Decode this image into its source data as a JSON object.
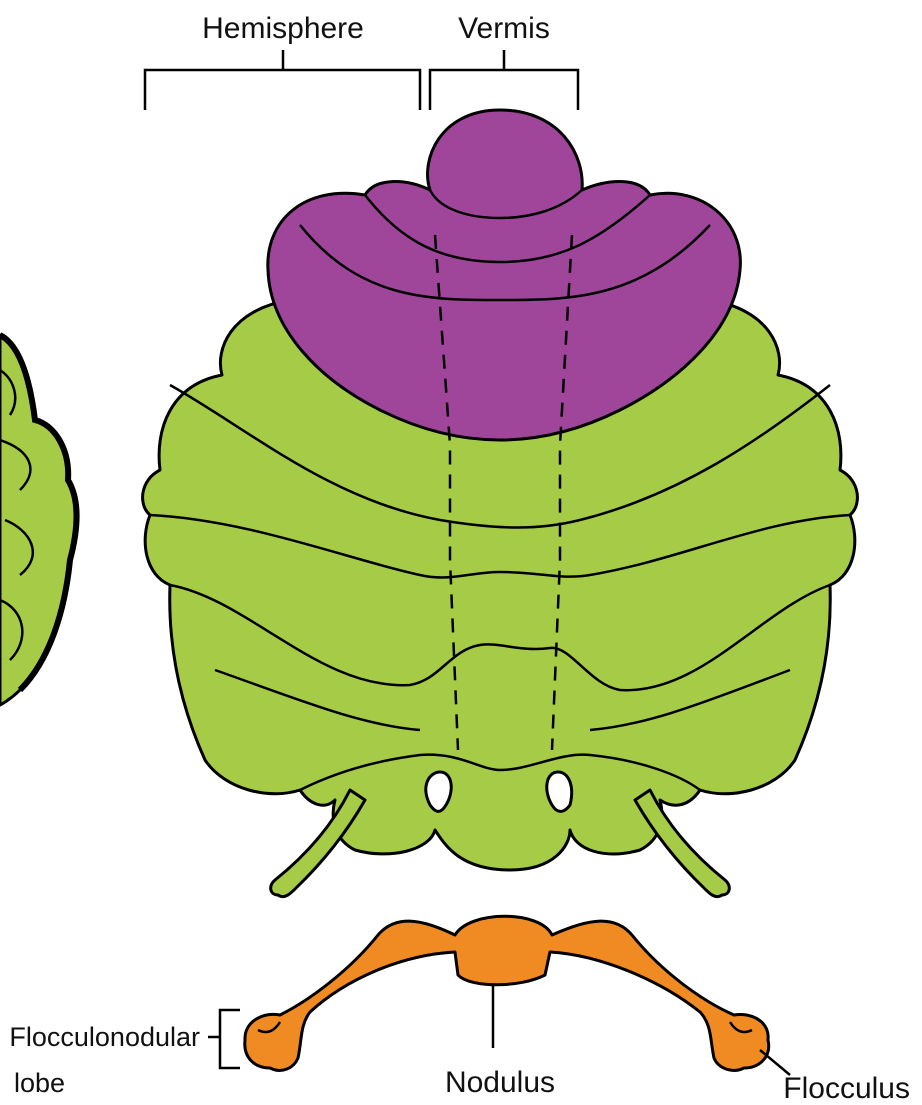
{
  "labels": {
    "hemisphere": "Hemisphere",
    "vermis": "Vermis",
    "flocculonodular_line1": "Flocculonodular",
    "flocculonodular_line2": "lobe",
    "nodulus": "Nodulus",
    "flocculus": "Flocculus"
  },
  "colors": {
    "anterior_lobe": "#a0469a",
    "posterior_lobe": "#a6cc47",
    "flocculonodular_lobe": "#f08a23",
    "outline": "#000000"
  }
}
